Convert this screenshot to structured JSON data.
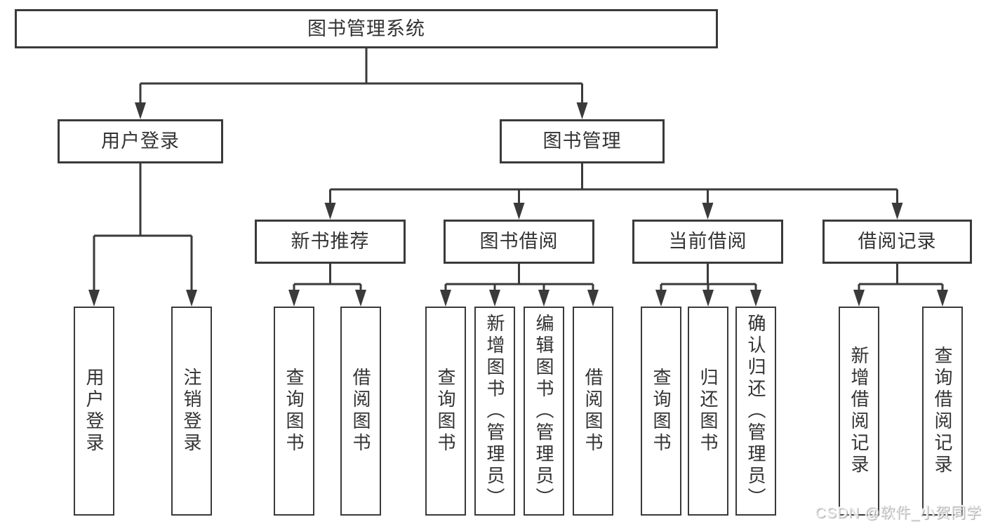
{
  "diagram": {
    "root": "图书管理系统",
    "branches": {
      "user_login": "用户登录",
      "book_mgmt": "图书管理"
    },
    "sections": {
      "new_book_rec": "新书推荐",
      "book_borrow": "图书借阅",
      "current_borrow": "当前借阅",
      "borrow_records": "借阅记录"
    },
    "leaves": {
      "user_login": [
        "用户登录",
        "注销登录"
      ],
      "new_book_rec": [
        "查询图书",
        "借阅图书"
      ],
      "book_borrow": [
        "查询图书",
        "新增图书（管理员）",
        "编辑图书（管理员）",
        "借阅图书"
      ],
      "current_borrow": [
        "查询图书",
        "归还图书",
        "确认归还（管理员）"
      ],
      "borrow_records": [
        "新增借阅记录",
        "查询借阅记录"
      ]
    }
  },
  "watermark": "CSDN @软件_小贺同学",
  "colors": {
    "line": "#3a3a3a",
    "text": "#333333",
    "background": "#ffffff",
    "watermark": "#ececec"
  }
}
